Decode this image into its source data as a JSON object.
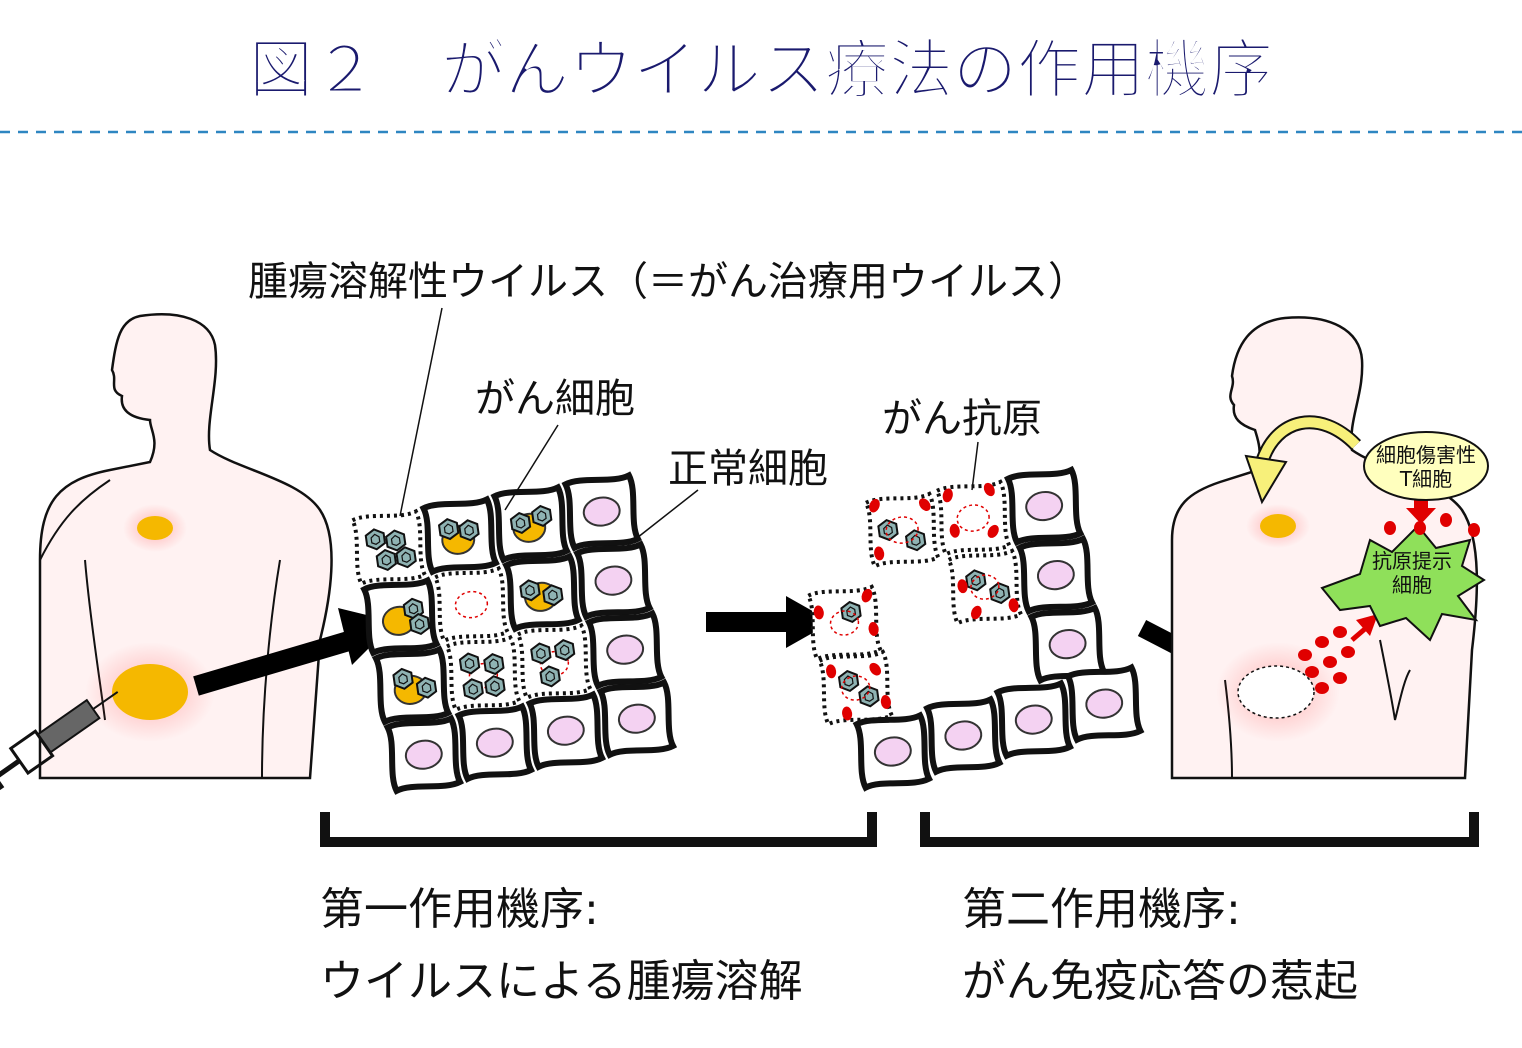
{
  "title": "図２　がんウイルス療法の作用機序",
  "labels": {
    "virus": "腫瘍溶解性ウイルス（＝がん治療用ウイルス）",
    "cancer_cell": "がん細胞",
    "normal_cell": "正常細胞",
    "cancer_antigen": "がん抗原",
    "ctl_line1": "細胞傷害性",
    "ctl_line2": "T細胞",
    "apc_line1": "抗原提示",
    "apc_line2": "細胞"
  },
  "mechanisms": {
    "first_title": "第一作用機序:",
    "first_desc": "ウイルスによる腫瘍溶解",
    "second_title": "第二作用機序:",
    "second_desc": "がん免疫応答の惹起"
  },
  "colors": {
    "title": "#1a1a6e",
    "divider": "#2e86c1",
    "tumor": "#f5b800",
    "nucleus": "#f4d2f2",
    "virus": "#8fb3b3",
    "antigen": "#e00000",
    "apc": "#8fe05a",
    "ctl": "#ffffbe",
    "body": "#fff2f2"
  }
}
